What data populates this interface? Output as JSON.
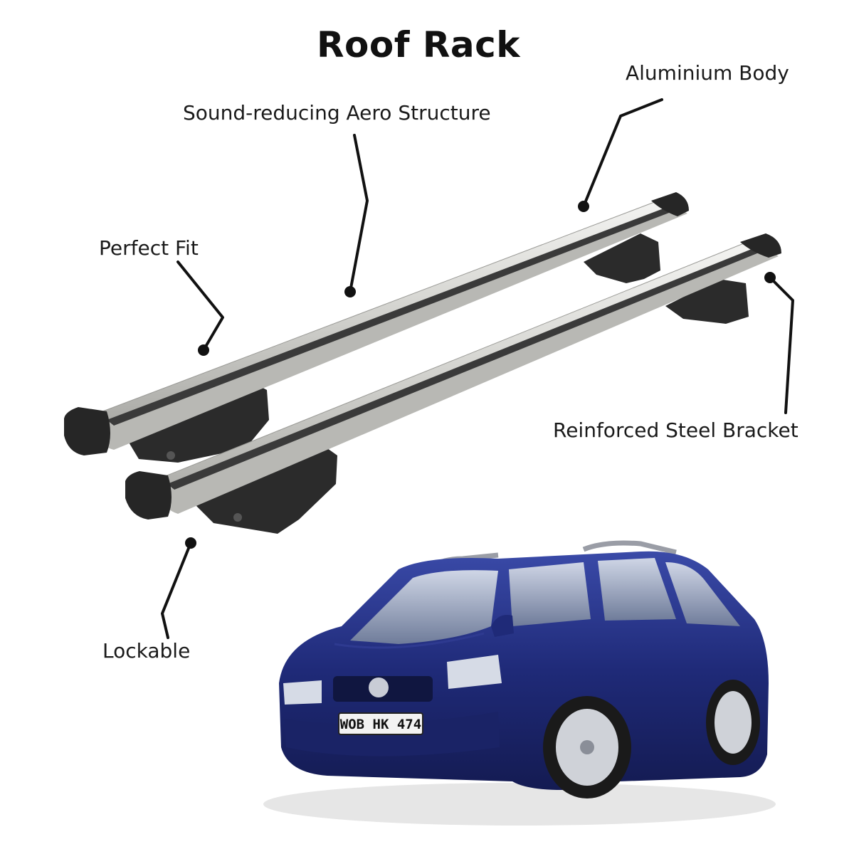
{
  "title": "Roof Rack",
  "labels": {
    "aluminium_body": "Aluminium Body",
    "sound_reducing": "Sound-reducing Aero Structure",
    "perfect_fit": "Perfect Fit",
    "reinforced_bracket": "Reinforced Steel Bracket",
    "lockable": "Lockable"
  },
  "car": {
    "plate": "WOB HK 474",
    "body_color": "#1f2a78"
  },
  "colors": {
    "bar_silver": "#d9d9d6",
    "rubber": "#2a2a2a",
    "leader": "#111111"
  }
}
